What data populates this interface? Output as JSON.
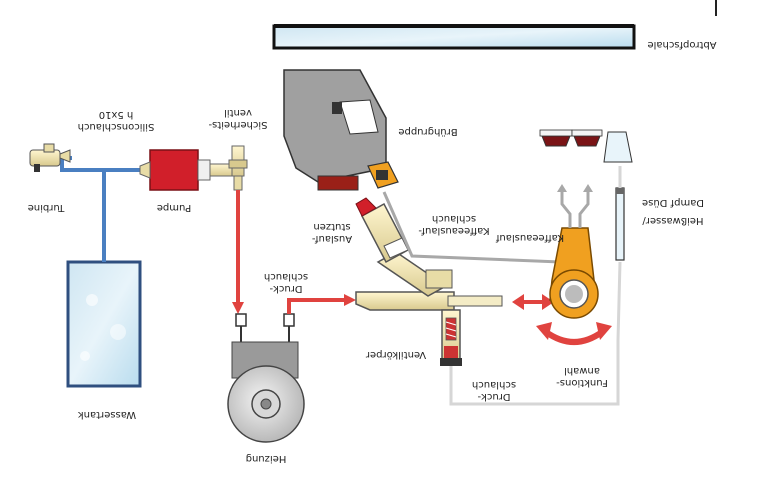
{
  "labels": {
    "wassertank": "Wassertank",
    "heizung": "Heizung",
    "turbine": "Turbine",
    "pumpe": "Pumpe",
    "schlauch_1": "Siliconschlauch",
    "schlauch_2": "h 5x10",
    "sicherheit_1": "Sicherheits-",
    "sicherheit_2": "ventil",
    "druck_oben_1": "Druck-",
    "druck_oben_2": "schlauch",
    "auslauf_1": "Auslauf-",
    "auslauf_2": "stutzen",
    "ventilkoerper": "Ventilkörper",
    "kaffeeausl_schlauch_1": "Kaffeeauslauf-",
    "kaffeeausl_schlauch_2": "schlauch",
    "bruehgruppe": "Brühgruppe",
    "abtropfschale": "Abtropfschale",
    "kaffeeauslauf": "Kaffeeauslauf",
    "heisswasser_1": "Heißwasser/",
    "heisswasser_2": "Dampf Düse",
    "funktion_1": "Funktions-",
    "funktion_2": "anwahl",
    "druck_unten_1": "Druck-",
    "druck_unten_2": "schlauch"
  },
  "colors": {
    "water_blue": "#4a7fc1",
    "hot_red": "#e0433f",
    "grey_line": "#a8a8a8",
    "pump_red": "#d11f2a",
    "funnel_orange": "#f0a020",
    "bruehgruppe_grey": "#a0a0a0"
  }
}
